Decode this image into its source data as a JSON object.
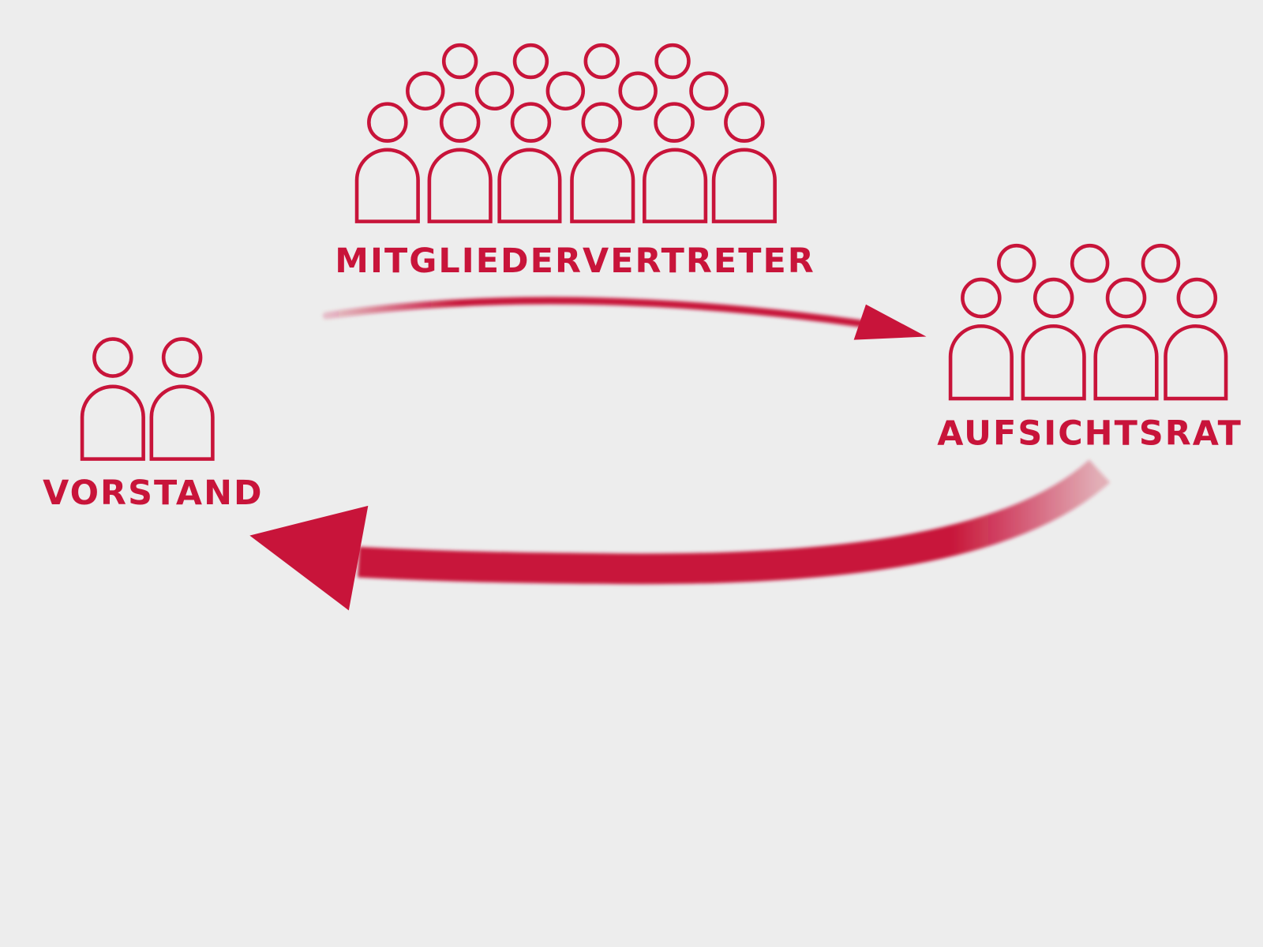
{
  "colors": {
    "accent": "#c8143a",
    "background": "#ededed"
  },
  "groups": {
    "mitgliedervertreter": {
      "label": "MITGLIEDERVERTRETER",
      "members": 15
    },
    "aufsichtsrat": {
      "label": "AUFSICHTSRAT",
      "members": 7
    },
    "vorstand": {
      "label": "VORSTAND",
      "members": 2
    }
  },
  "flows": [
    {
      "from": "MITGLIEDERVERTRETER",
      "to": "AUFSICHTSRAT",
      "weight": "thin"
    },
    {
      "from": "AUFSICHTSRAT",
      "to": "VORSTAND",
      "weight": "thick"
    }
  ]
}
